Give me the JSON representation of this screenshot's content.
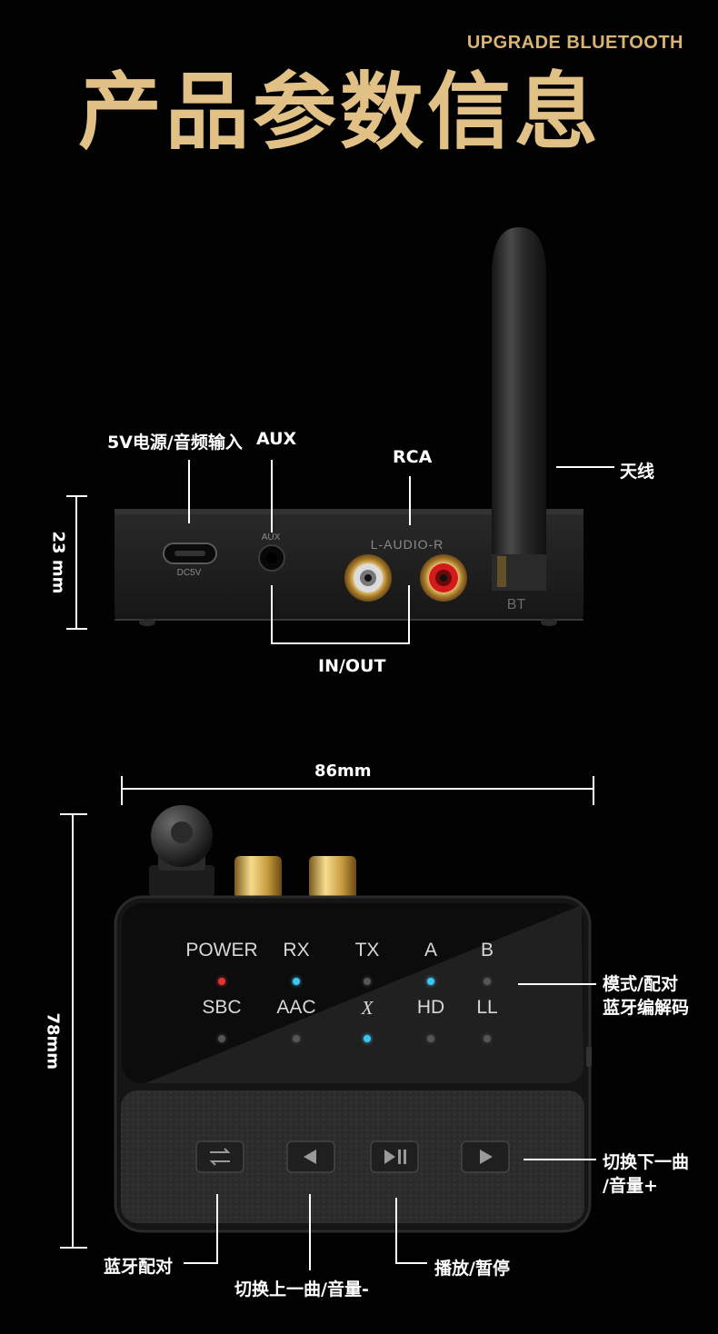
{
  "header": {
    "subtitle": "UPGRADE BLUETOOTH",
    "title": "产品参数信息"
  },
  "back_view": {
    "callouts": {
      "power_input": "5V电源/音频输入",
      "aux": "AUX",
      "rca": "RCA",
      "antenna": "天线",
      "in_out": "IN/OUT"
    },
    "height_dimension": "23 mm",
    "device_markings": {
      "dc": "DC5V",
      "aux": "AUX",
      "audio": "L-AUDIO-R",
      "bt": "BT"
    }
  },
  "front_view": {
    "width_dimension": "86mm",
    "height_dimension": "78mm",
    "indicators_row1": [
      {
        "label": "POWER",
        "led": "#e03535"
      },
      {
        "label": "RX",
        "led": "#3cc6f0"
      },
      {
        "label": "TX",
        "led": "#555555"
      },
      {
        "label": "A",
        "led": "#3cc6f0"
      },
      {
        "label": "B",
        "led": "#555555"
      }
    ],
    "indicators_row2": [
      {
        "label": "SBC",
        "led": "#555555"
      },
      {
        "label": "AAC",
        "led": "#555555"
      },
      {
        "label": "X",
        "led": "#3cc6f0"
      },
      {
        "label": "HD",
        "led": "#555555"
      },
      {
        "label": "LL",
        "led": "#555555"
      }
    ],
    "buttons": [
      {
        "icon": "swap-arrows-icon"
      },
      {
        "icon": "previous-icon"
      },
      {
        "icon": "play-pause-icon"
      },
      {
        "icon": "next-icon"
      }
    ],
    "callouts": {
      "mode_codec": "模式/配对",
      "mode_codec_line2": "蓝牙编解码",
      "next_track": "切换下一曲",
      "next_track_line2": "/音量+",
      "pairing": "蓝牙配对",
      "prev_track": "切换上一曲/音量-",
      "play_pause": "播放/暂停"
    }
  },
  "colors": {
    "gold": "#e2c186",
    "led_blue": "#3cc6f0",
    "led_red": "#e03535"
  }
}
